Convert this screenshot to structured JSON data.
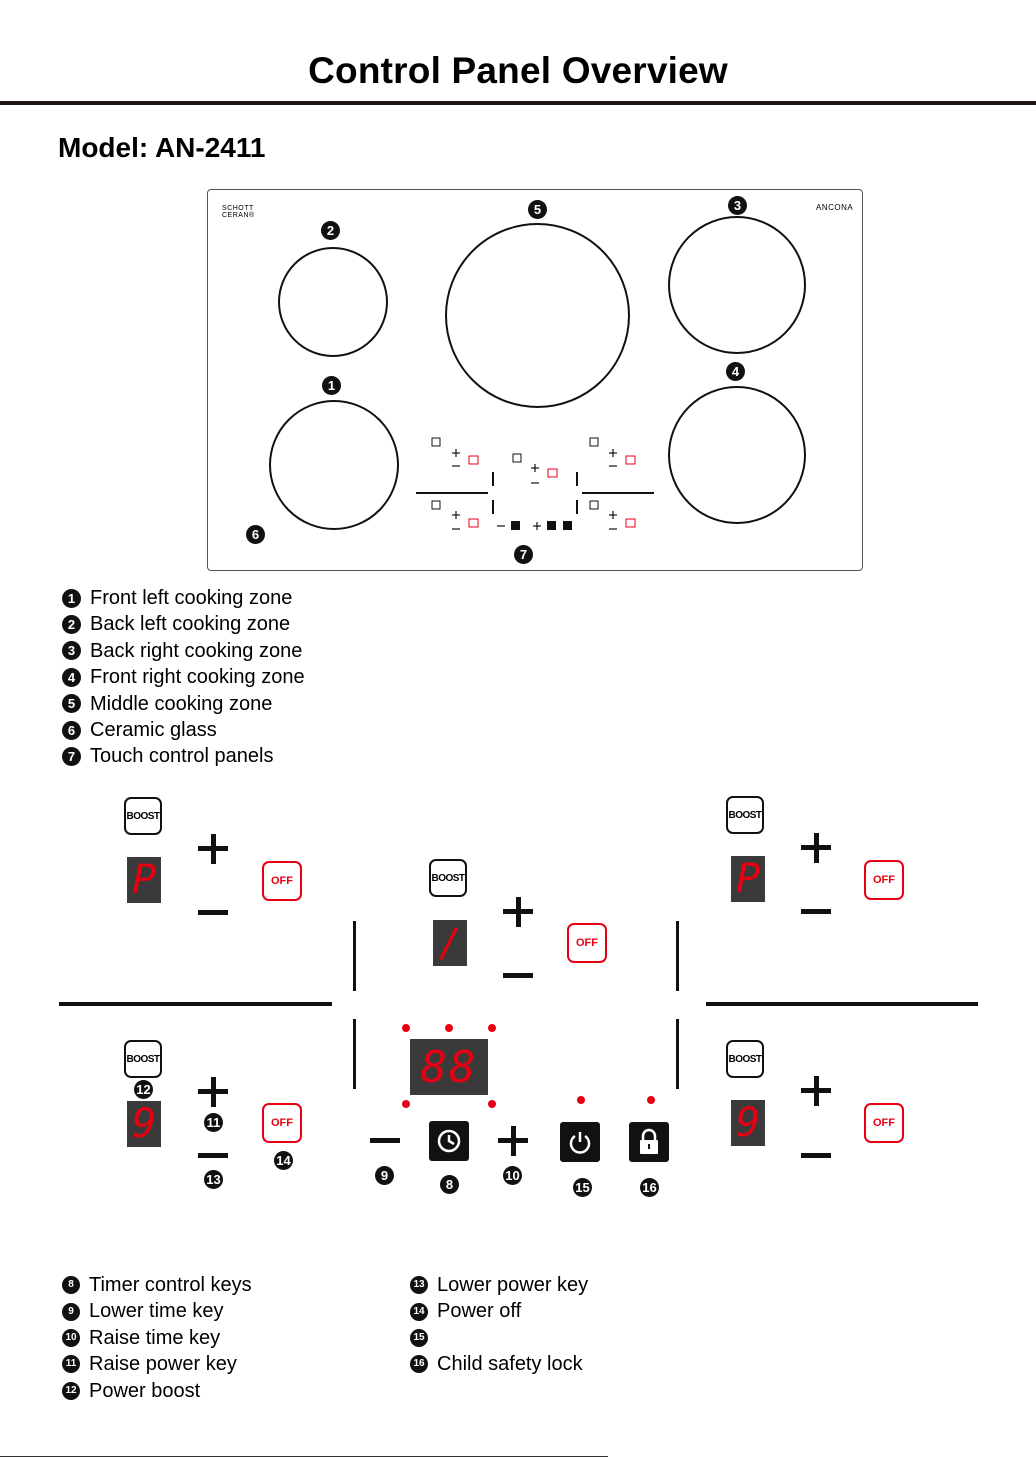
{
  "title": "Control Panel Overview",
  "model": "Model: AN-2411",
  "hob": {
    "brand_left_1": "SCHOTT",
    "brand_left_2": "CERAN®",
    "brand_right": "ANCONA",
    "zone_marks": [
      "1",
      "2",
      "3",
      "4",
      "5",
      "6",
      "7"
    ]
  },
  "legend_top": [
    {
      "num": "1",
      "label": "Front left cooking zone"
    },
    {
      "num": "2",
      "label": "Back left cooking zone"
    },
    {
      "num": "3",
      "label": "Back right cooking zone"
    },
    {
      "num": "4",
      "label": "Front right cooking zone"
    },
    {
      "num": "5",
      "label": "Middle cooking zone"
    },
    {
      "num": "6",
      "label": "Ceramic glass"
    },
    {
      "num": "7",
      "label": "Touch control panels"
    }
  ],
  "panel": {
    "boost_label": "BOOST",
    "off_label": "OFF",
    "display_p": "P",
    "display_1": "/",
    "display_9": "9",
    "timer_display": "88",
    "callouts": [
      "8",
      "9",
      "10",
      "11",
      "12",
      "13",
      "14",
      "15",
      "16"
    ]
  },
  "legend_bottom_left": [
    {
      "num": "8",
      "label": "Timer control keys"
    },
    {
      "num": "9",
      "label": "Lower time key"
    },
    {
      "num": "10",
      "label": "Raise time key"
    },
    {
      "num": "11",
      "label": "Raise power key"
    },
    {
      "num": "12",
      "label": "Power boost"
    }
  ],
  "legend_bottom_right": [
    {
      "num": "13",
      "label": "Lower power key"
    },
    {
      "num": "14",
      "label": "Power off"
    },
    {
      "num": "15",
      "label": ""
    },
    {
      "num": "16",
      "label": "Child safety lock"
    }
  ]
}
